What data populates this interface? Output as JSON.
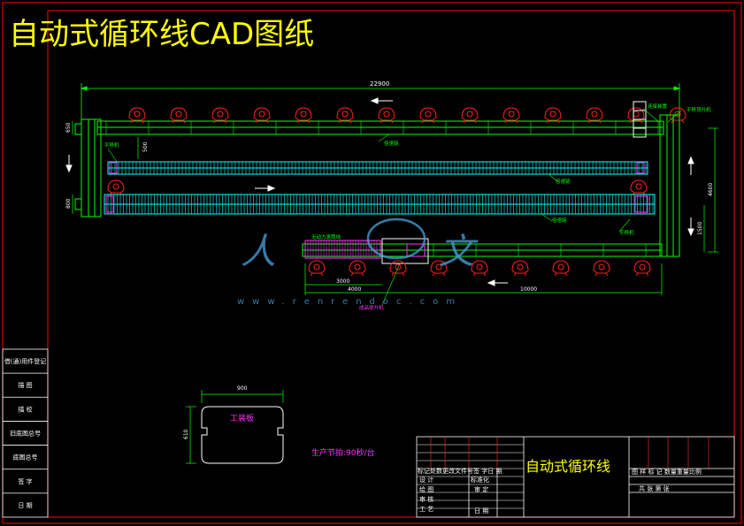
{
  "drawing": {
    "title": "自动式循环线CAD图纸",
    "watermark_text": "www.renrendoc.com"
  },
  "dimensions": {
    "total_length": "22900",
    "left_top": "650",
    "left_bottom": "800",
    "mid_500": "500",
    "right_4600": "4600",
    "right_1500": "1500",
    "bottom_3000": "3000",
    "bottom_4000": "4000",
    "bottom_10000": "10000",
    "pallet_width": "900",
    "pallet_height": "610"
  },
  "labels": {
    "top_right_a": "连接装置",
    "top_right_b": "平移顶升机",
    "left_mid": "平移机",
    "conveyor_top": "倍速链",
    "conveyor_mid": "倍速链",
    "conveyor_low": "倍速链",
    "right_low": "平移机",
    "mid_section": "无动力滚筒线",
    "bottom_label": "成品提升机",
    "pallet_label": "工装板",
    "cycle_time": "生产节拍:90秒/台"
  },
  "side_table": {
    "rows": [
      "借(通)用件登记",
      "描 图",
      "描 校",
      "旧底图总号",
      "底图总号",
      "签 字",
      "日 期"
    ]
  },
  "title_block": {
    "name": "自动式循环线",
    "header_row": "标记处数更改文件号签 字日 期",
    "row_design": "设 计",
    "row_draw": "绘 图",
    "row_check": "审 核",
    "row_process": "工 艺",
    "std": "标准化",
    "approve": "审 定",
    "date": "日 期",
    "right_header": "图 样 标 记 数量重量比例",
    "right_footer": "共   张   第   张"
  },
  "colors": {
    "background": "#000000",
    "frame": "#ff0000",
    "title_yellow": "#ffff00",
    "conveyor_green": "#00ff00",
    "conveyor_cyan": "#00ffff",
    "fixture_red": "#ff2020",
    "label_magenta": "#ff33ff",
    "watermark": "#4aa3df",
    "white": "#ffffff"
  }
}
